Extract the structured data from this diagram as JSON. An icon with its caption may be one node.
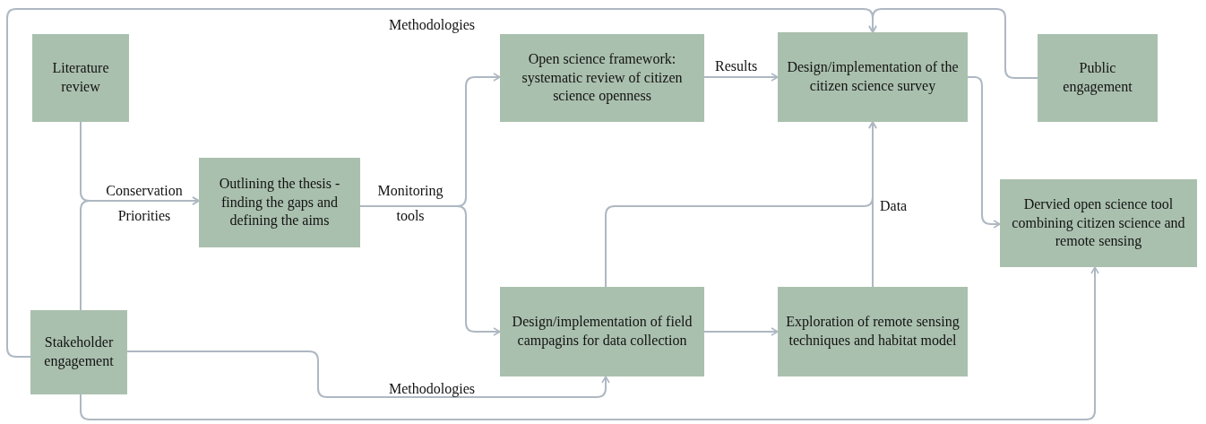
{
  "diagram": {
    "nodes": [
      {
        "text": [
          "Literature review"
        ]
      },
      {
        "text": [
          "Outlining the thesis - finding the gaps and defining the aims"
        ]
      },
      {
        "text": [
          "Open science framework: systematic review of citizen science openness"
        ]
      },
      {
        "text": [
          "Design/implementation of the citizen science survey"
        ]
      },
      {
        "text": [
          "Public engagement"
        ]
      },
      {
        "text": [
          "Dervied open science tool combining citizen science and remote sensing"
        ]
      },
      {
        "text": [
          "Stakeholder engagement"
        ]
      },
      {
        "text": [
          "Design/implementation of field campagins for data collection"
        ]
      },
      {
        "text": [
          "Exploration of remote sensing techniques and habitat model"
        ]
      }
    ],
    "edges": [
      {
        "from": 0,
        "to": 1,
        "arrow": "to",
        "label": "Conservation Priorities"
      },
      {
        "from": 6,
        "to": 1,
        "arrow": "to"
      },
      {
        "from": 1,
        "to": 2,
        "arrow": "to",
        "label": "Monitoring tools"
      },
      {
        "from": 1,
        "to": 7,
        "arrow": "to"
      },
      {
        "from": 2,
        "to": 3,
        "arrow": "to",
        "label": "Results"
      },
      {
        "from": 6,
        "to": 3,
        "arrow": "to",
        "label": "Methodologies"
      },
      {
        "from": 4,
        "to": 3,
        "arrow": "to"
      },
      {
        "from": 3,
        "to": 5,
        "arrow": "to"
      },
      {
        "from": 7,
        "to": 3,
        "arrow": "to",
        "label": "Data"
      },
      {
        "from": 8,
        "to": 3,
        "arrow": "to"
      },
      {
        "from": 7,
        "to": 8,
        "arrow": "to"
      },
      {
        "from": 6,
        "to": 7,
        "arrow": "to",
        "label": "Methodologies"
      },
      {
        "from": 6,
        "to": 5,
        "arrow": "to"
      }
    ]
  }
}
